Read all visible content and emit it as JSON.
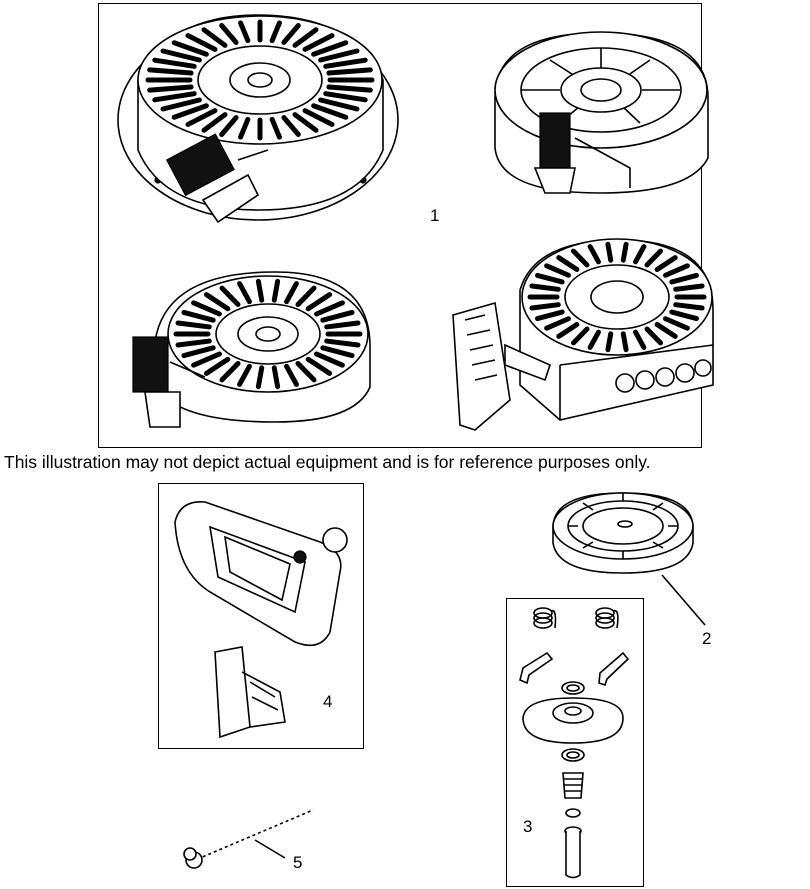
{
  "disclaimer": "This illustration may not depict actual equipment and is for reference purposes only.",
  "callouts": {
    "starter_assembly": "1",
    "pulley": "2",
    "pawl_kit": "3",
    "handle_kit": "4",
    "rope": "5"
  },
  "icons": {
    "starter_a": "recoil-starter-ribbed-icon",
    "starter_b": "recoil-starter-spoked-icon",
    "starter_c": "recoil-starter-low-icon",
    "starter_d": "recoil-starter-vented-icon",
    "pulley": "pulley-icon",
    "pawls": "pawl-kit-icon",
    "handle": "starter-handle-icon",
    "rope": "starter-rope-icon"
  }
}
